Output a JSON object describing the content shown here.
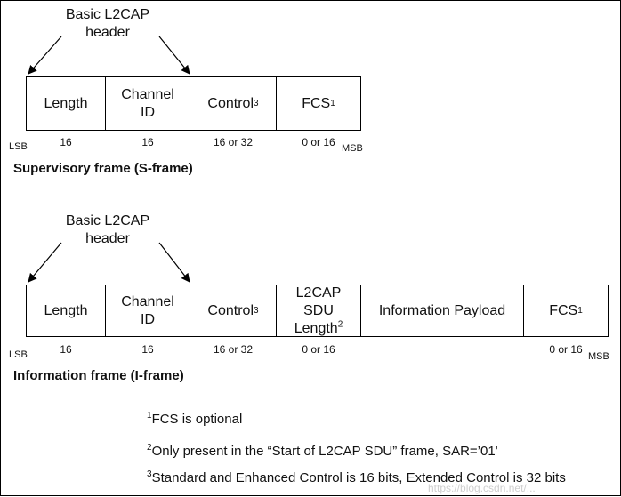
{
  "s_frame": {
    "header_label": "Basic L2CAP header",
    "fields": [
      {
        "name": "Length",
        "bits": "16"
      },
      {
        "name": "Channel ID",
        "bits": "16"
      },
      {
        "name": "Control",
        "sup": "3",
        "bits": "16 or 32"
      },
      {
        "name": "FCS",
        "sup": "1",
        "bits": "0 or 16"
      }
    ],
    "lsb": "LSB",
    "msb": "MSB",
    "title": "Supervisory frame (S-frame)"
  },
  "i_frame": {
    "header_label": "Basic L2CAP header",
    "fields": [
      {
        "name": "Length",
        "bits": "16"
      },
      {
        "name": "Channel ID",
        "bits": "16"
      },
      {
        "name": "Control",
        "sup": "3",
        "bits": "16 or 32"
      },
      {
        "name": "L2CAP SDU Length",
        "sup": "2",
        "bits": "0 or 16"
      },
      {
        "name": "Information Payload",
        "bits": ""
      },
      {
        "name": "FCS",
        "sup": "1",
        "bits": "0 or 16"
      }
    ],
    "lsb": "LSB",
    "msb": "MSB",
    "title": "Information frame (I-frame)"
  },
  "notes": [
    {
      "num": "1",
      "text": "FCS is optional"
    },
    {
      "num": "2",
      "text": "Only present in the “Start of L2CAP SDU” frame, SAR=’01'"
    },
    {
      "num": "3",
      "text": "Standard and Enhanced Control is 16 bits, Extended Control is 32 bits"
    }
  ],
  "watermark": "https://blog.csdn.net/..."
}
